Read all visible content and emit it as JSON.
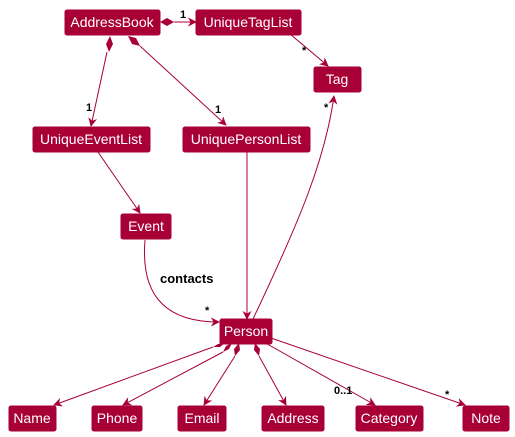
{
  "classes": {
    "address_book": "AddressBook",
    "unique_tag_list": "UniqueTagList",
    "tag": "Tag",
    "unique_event_list": "UniqueEventList",
    "unique_person_list": "UniquePersonList",
    "event": "Event",
    "person": "Person",
    "name": "Name",
    "phone": "Phone",
    "email": "Email",
    "address": "Address",
    "category": "Category",
    "note": "Note"
  },
  "associations": {
    "addressbook_taglist_mult": "1",
    "taglist_tag_mult": "*",
    "addressbook_eventlist_mult": "1",
    "addressbook_personlist_mult": "1",
    "person_tag_mult": "*",
    "event_person_label": "contacts",
    "event_person_mult": "*",
    "person_category_mult": "0..1",
    "person_note_mult": "*"
  },
  "colors": {
    "class_fill": "#a80036",
    "edge": "#a80036",
    "class_text": "#ffffff"
  }
}
